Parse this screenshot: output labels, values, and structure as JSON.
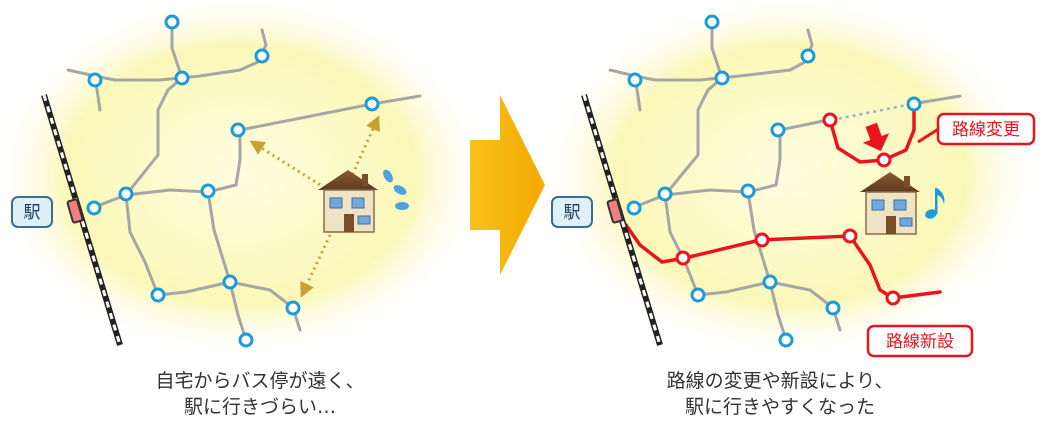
{
  "left_panel": {
    "station_label": "駅",
    "caption_line1": "自宅からバス停が遠く、",
    "caption_line2": "駅に行きづらい…"
  },
  "right_panel": {
    "station_label": "駅",
    "route_change_label": "路線変更",
    "new_route_label": "路線新設",
    "caption_line1": "路線の変更や新設により、",
    "caption_line2": "駅に行きやすくなった"
  },
  "colors": {
    "existing_route": "#a6a6a6",
    "bus_stop": "#1e9bd7",
    "new_route": "#e8141e",
    "arrow": "#f5b400",
    "walk_arrow": "#c8a032",
    "background_glow": "#fbf7b8"
  },
  "icons": {
    "house": "house-icon",
    "sweat": "sweat-drops-icon",
    "music_note": "music-note-icon",
    "down_arrow": "red-down-arrow-icon",
    "transition": "right-arrow-icon"
  }
}
